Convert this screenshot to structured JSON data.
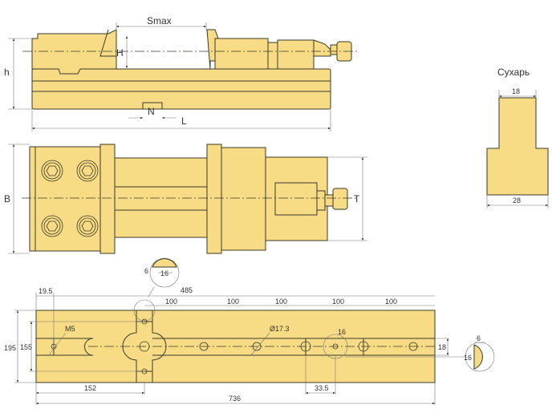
{
  "side_view": {
    "smax": "Smax",
    "H": "H",
    "h": "h",
    "N": "N",
    "L": "L"
  },
  "top_view": {
    "B": "B",
    "T": "T"
  },
  "sukhar": {
    "title": "Сухарь",
    "top_width": "18",
    "bottom_width": "28"
  },
  "plate": {
    "dims": {
      "d19_5": "19.5",
      "d485": "485",
      "d100": [
        "100",
        "100",
        "100",
        "100",
        "100"
      ],
      "d195": "195",
      "d155": "155",
      "m5": "M5",
      "d17_3": "Ø17.3",
      "d16": "16",
      "d18": "18",
      "d152": "152",
      "d33_5": "33.5",
      "d736": "736"
    },
    "detail_top": {
      "d6": "6",
      "d16": "16"
    },
    "detail_right": {
      "d6": "6",
      "d16": "16"
    }
  },
  "colors": {
    "fill": "#f8dc85",
    "line": "#3a3a2a"
  }
}
